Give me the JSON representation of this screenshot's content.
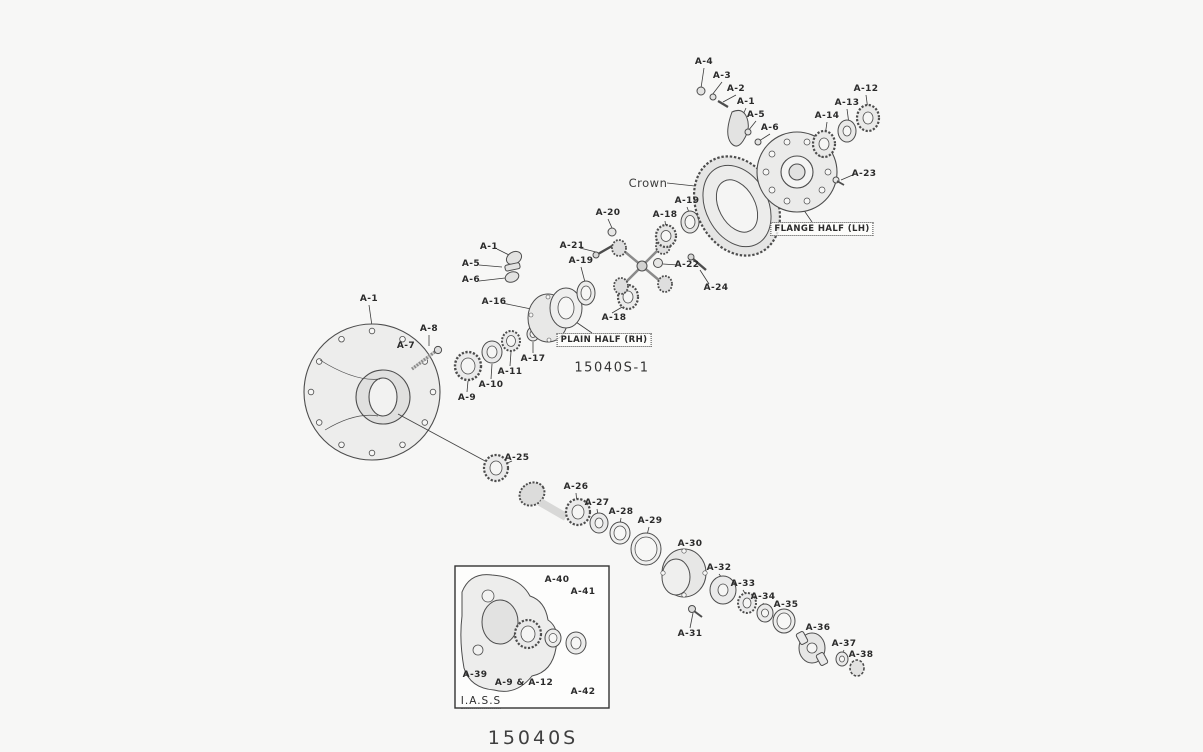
{
  "page": {
    "title": "15040S",
    "figure_code": "15040S-1",
    "inset_caption": "I.A.S.S",
    "crown_label": "Crown",
    "flange_half_label": "FLANGE HALF (LH)",
    "plain_half_label": "PLAIN HALF (RH)"
  },
  "colors": {
    "ink": "#3a3a3a",
    "part_fill": "#eaeaea",
    "part_stroke": "#4d4d4d",
    "background": "#f7f7f6"
  },
  "labels": [
    "A-4",
    "A-3",
    "A-2",
    "A-1",
    "A-5",
    "A-6",
    "A-12",
    "A-13",
    "A-14",
    "A-23",
    "A-19",
    "A-20",
    "A-18",
    "A-21",
    "A-22",
    "A-24",
    "A-1",
    "A-5",
    "A-6",
    "A-19",
    "A-16",
    "A-18",
    "A-1",
    "A-8",
    "A-7",
    "A-17",
    "A-11",
    "A-10",
    "A-9",
    "A-25",
    "A-26",
    "A-27",
    "A-28",
    "A-29",
    "A-30",
    "A-32",
    "A-33",
    "A-34",
    "A-35",
    "A-31",
    "A-36",
    "A-37",
    "A-38",
    "A-40",
    "A-41",
    "A-39",
    "A-9 & A-12",
    "A-42"
  ]
}
